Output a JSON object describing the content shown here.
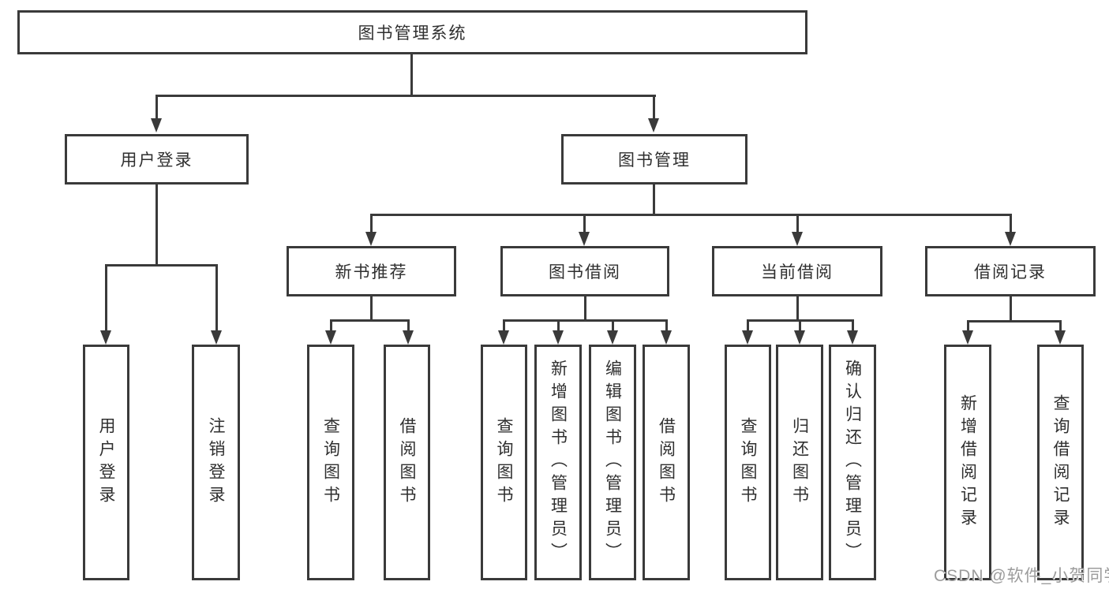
{
  "nodes": {
    "root": "图书管理系统",
    "level2": [
      "用户登录",
      "图书管理"
    ],
    "level3": [
      "新书推荐",
      "图书借阅",
      "当前借阅",
      "借阅记录"
    ],
    "leaves_user_login": [
      "用户登录",
      "注销登录"
    ],
    "leaves_new_book": [
      "查询图书",
      "借阅图书"
    ],
    "leaves_book_borrow": [
      "查询图书",
      "新增图书（管理员）",
      "编辑图书（管理员）",
      "借阅图书"
    ],
    "leaves_current_borrow": [
      "查询图书",
      "归还图书",
      "确认归还（管理员）"
    ],
    "leaves_borrow_record": [
      "新增借阅记录",
      "查询借阅记录"
    ]
  },
  "watermark": "CSDN @软件_小贺同学",
  "colors": {
    "line": "#3a3a3a",
    "border": "#3a3a3a",
    "text": "#2f2f2f",
    "watermark": "#9c9c9c",
    "background": "#ffffff"
  }
}
